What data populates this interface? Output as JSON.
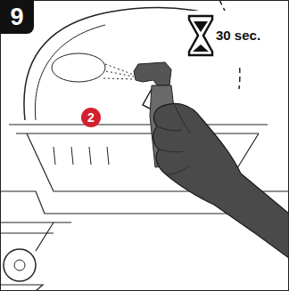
{
  "diagram": {
    "nodes": [
      {
        "text": [
          "9"
        ]
      },
      {
        "text": [
          "2"
        ]
      }
    ],
    "labels": [
      "30 sec."
    ]
  }
}
